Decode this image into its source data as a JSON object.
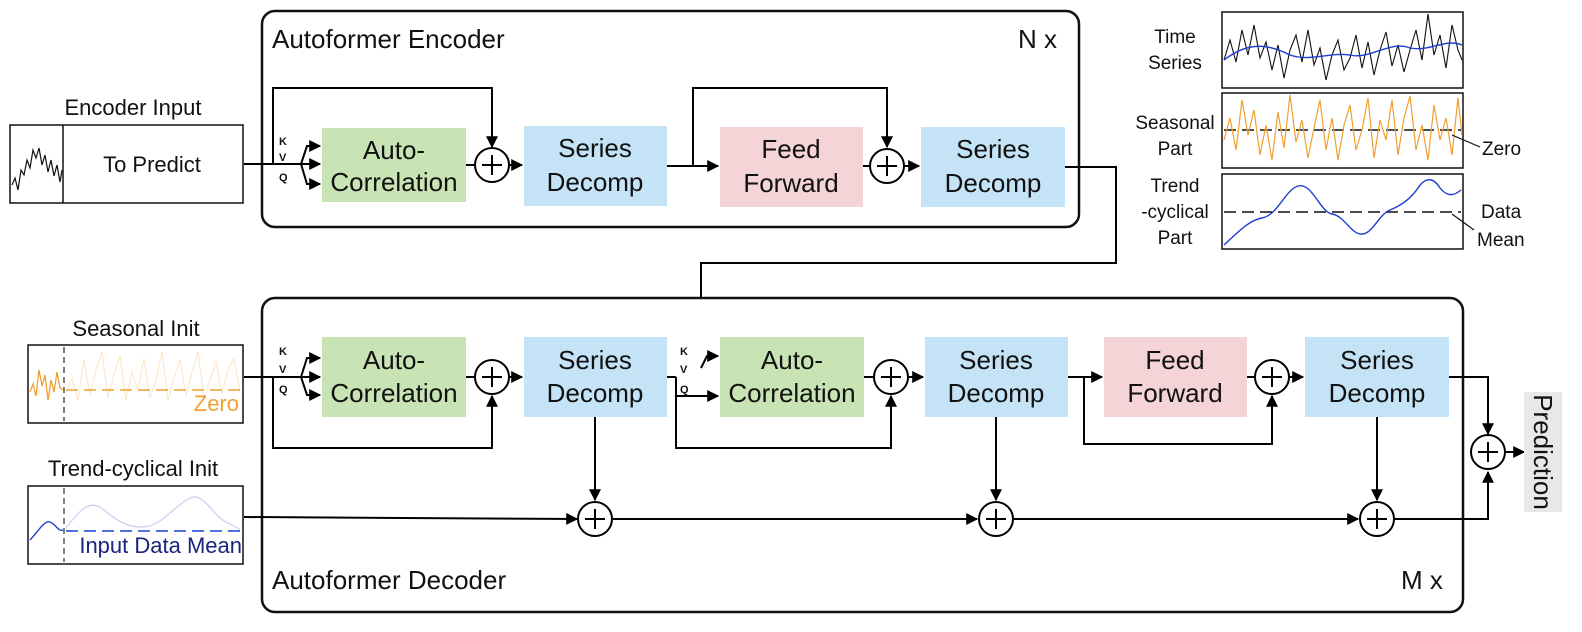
{
  "encoder": {
    "title": "Autoformer Encoder",
    "repeat": "N x",
    "kvq": [
      "K",
      "V",
      "Q"
    ],
    "blocks": [
      {
        "line1": "Auto-",
        "line2": "Correlation"
      },
      {
        "line1": "Series",
        "line2": "Decomp"
      },
      {
        "line1": "Feed",
        "line2": "Forward"
      },
      {
        "line1": "Series",
        "line2": "Decomp"
      }
    ]
  },
  "decoder": {
    "title": "Autoformer Decoder",
    "repeat": "M x",
    "kvq_self": [
      "K",
      "V",
      "Q"
    ],
    "kvq_cross": [
      "K",
      "V",
      "Q"
    ],
    "blocks": [
      {
        "line1": "Auto-",
        "line2": "Correlation"
      },
      {
        "line1": "Series",
        "line2": "Decomp"
      },
      {
        "line1": "Auto-",
        "line2": "Correlation"
      },
      {
        "line1": "Series",
        "line2": "Decomp"
      },
      {
        "line1": "Feed",
        "line2": "Forward"
      },
      {
        "line1": "Series",
        "line2": "Decomp"
      }
    ]
  },
  "inputs": {
    "encoder_input_title": "Encoder Input",
    "to_predict": "To Predict",
    "seasonal_init_title": "Seasonal Init",
    "seasonal_zero": "Zero",
    "trend_init_title": "Trend-cyclical Init",
    "trend_mean": "Input Data Mean"
  },
  "legend": {
    "time_series": [
      "Time",
      "Series"
    ],
    "seasonal": [
      "Seasonal",
      "Part"
    ],
    "trend": [
      "Trend",
      "-cyclical",
      "Part"
    ],
    "zero": "Zero",
    "data_mean": [
      "Data",
      "Mean"
    ]
  },
  "output": {
    "prediction": "Prediction"
  },
  "colors": {
    "autocorrelation": "#c9e4b4",
    "series_decomp": "#c5e3f6",
    "feed_forward": "#f5d4d8",
    "seasonal_line": "#f0a030",
    "trend_line": "#1f3fd0",
    "trend_text": "#1a237e",
    "prediction_bg": "#e8e8e8"
  }
}
